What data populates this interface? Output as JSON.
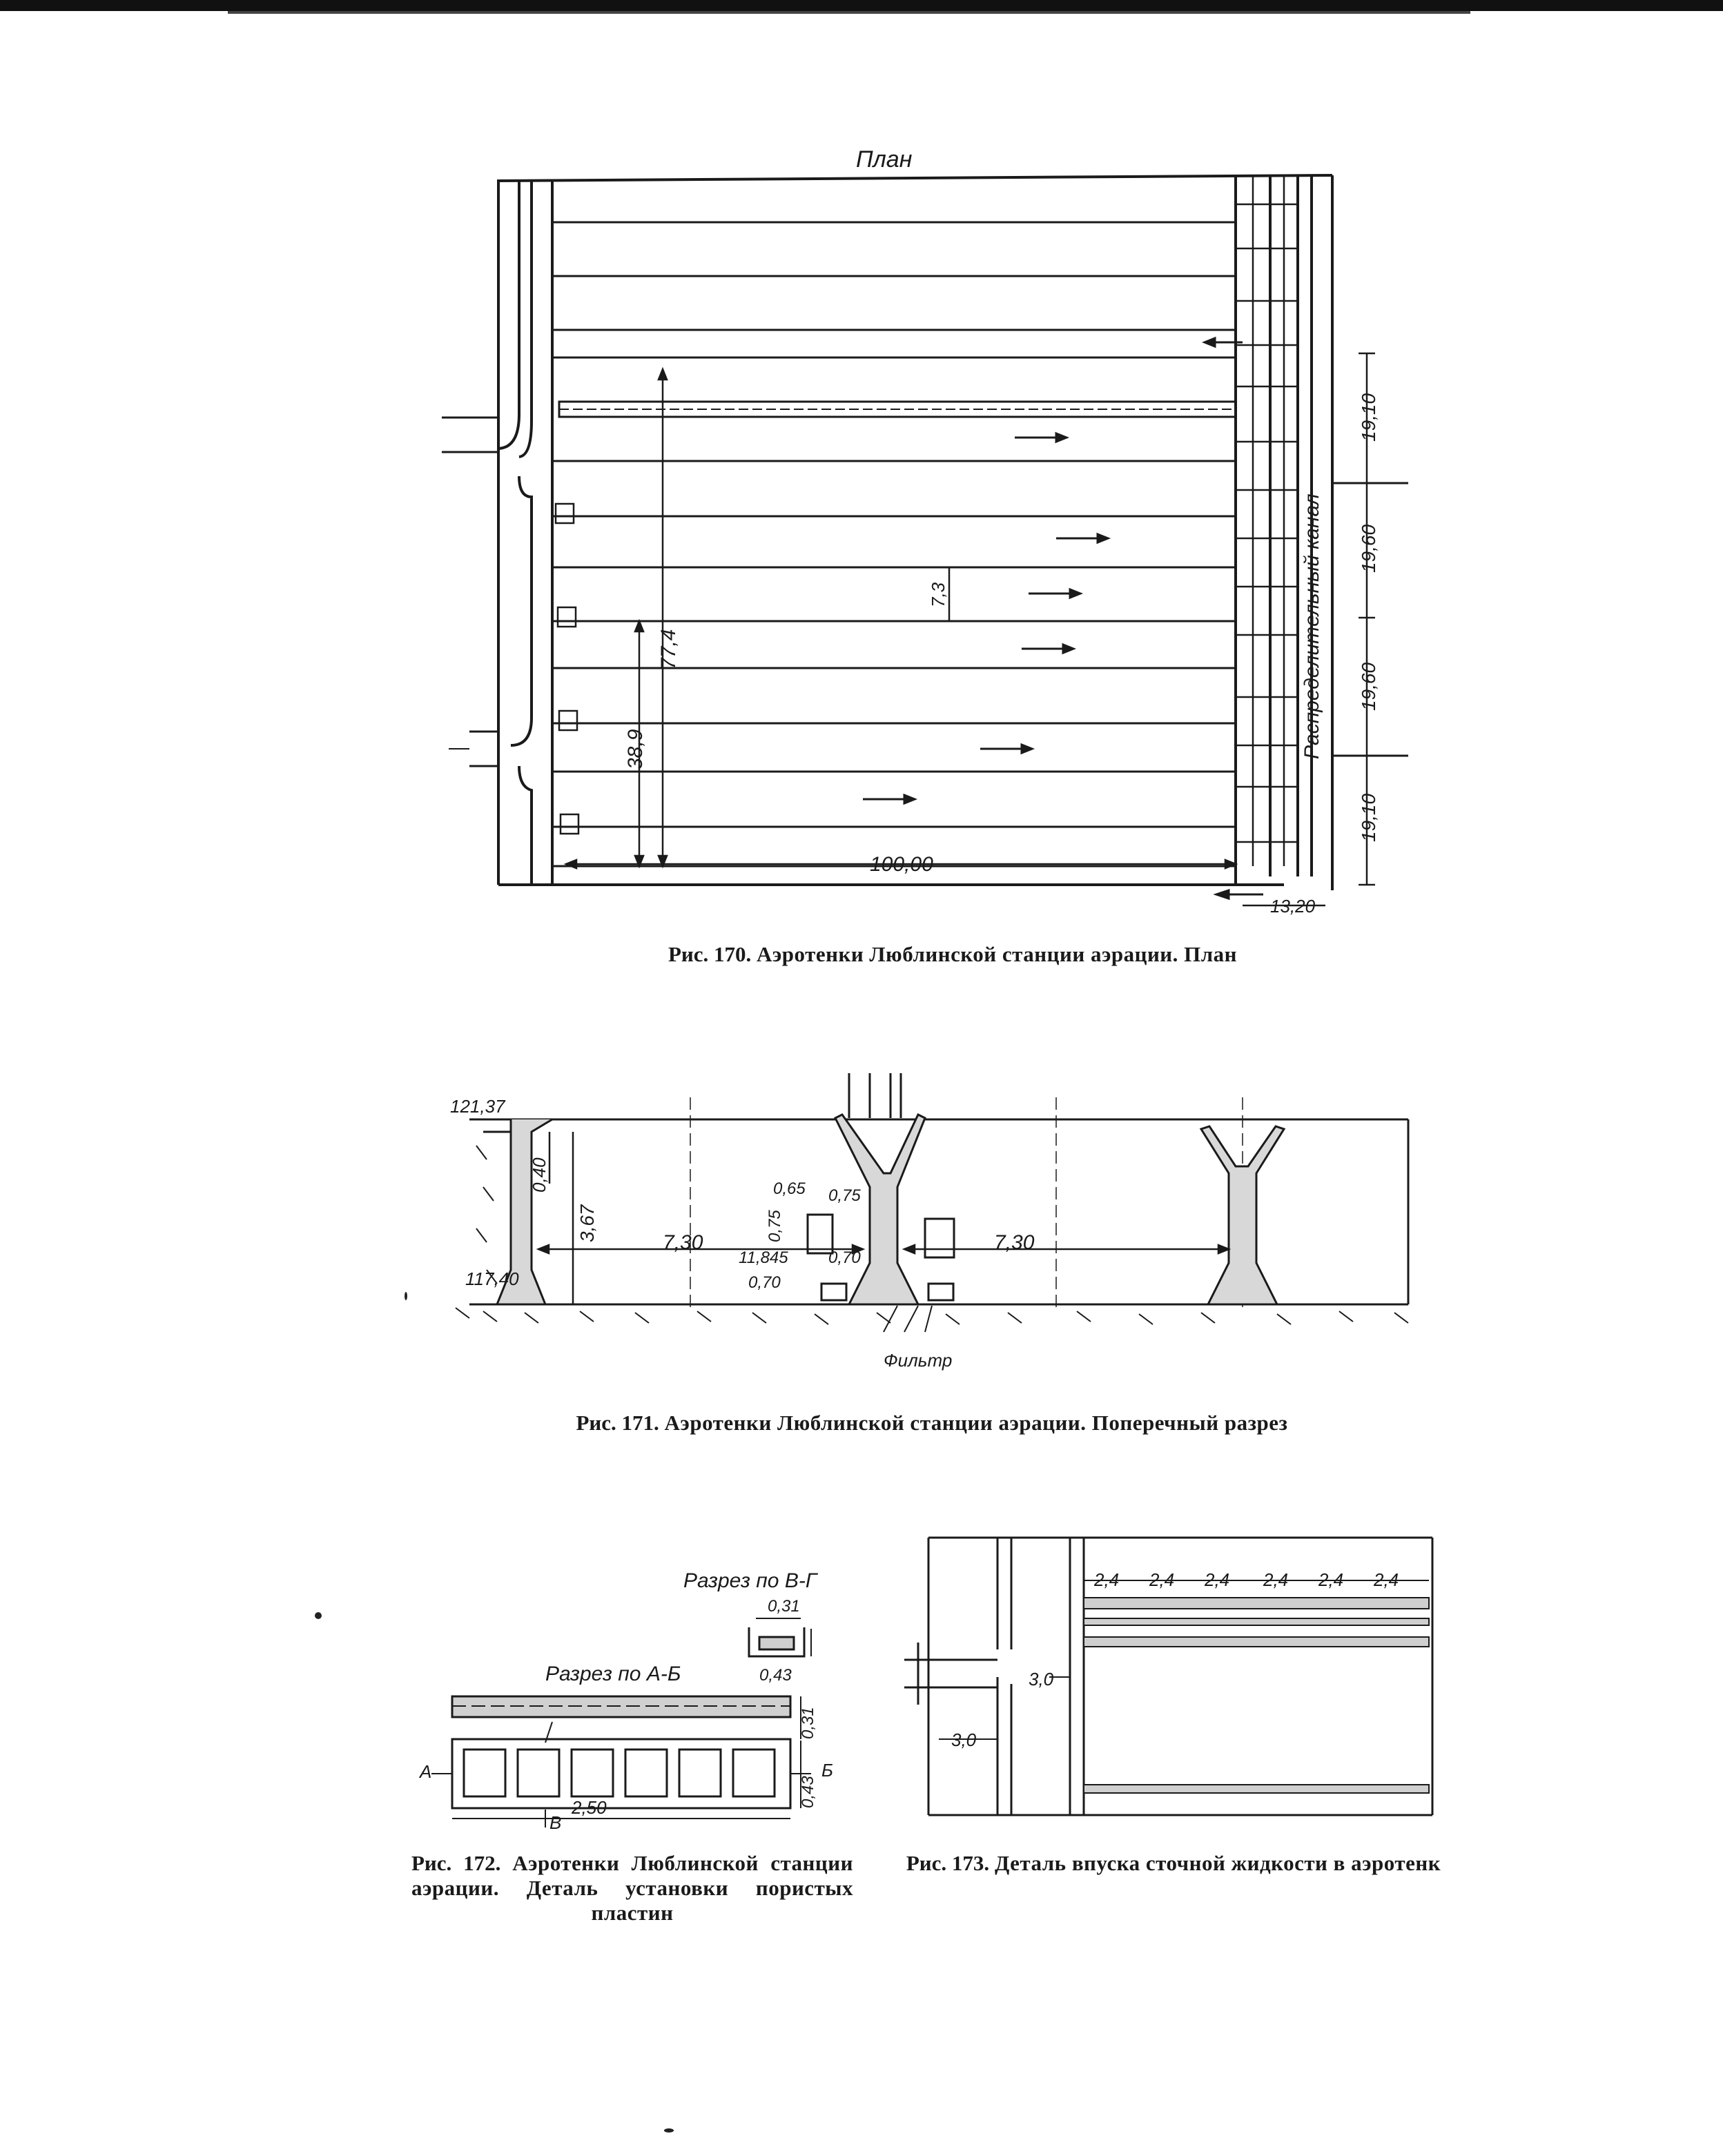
{
  "fig170": {
    "plan_title": "План",
    "canal_label": "Распределительный канал",
    "dims": {
      "length": "100,00",
      "width_full": "77,4",
      "width_half": "38,9",
      "corridor": "7,3",
      "seg1": "19,10",
      "seg2": "19,60",
      "seg3": "19,60",
      "seg4": "19,10",
      "offset": "13,20"
    },
    "caption": {
      "num": "Рис. 170.",
      "text": "Аэротенки Люблинской станции аэрации. План"
    }
  },
  "fig171": {
    "labels": {
      "top_mark": "121,37",
      "bottom_mark": "117,40",
      "depth": "3,67",
      "freeboard": "0,40",
      "span_left": "7,30",
      "span_right": "7,30",
      "d065": "0,65",
      "d075a": "0,75",
      "d075b": "0,75",
      "mark2": "11,845",
      "d070a": "0,70",
      "d070b": "0,70",
      "filter": "Фильтр"
    },
    "caption": {
      "num": "Рис. 171.",
      "text": "Аэротенки Люблинской станции аэрации. Поперечный разрез"
    }
  },
  "fig172": {
    "section_vg": "Разрез по В-Г",
    "section_ab": "Разрез по А-Б",
    "d031a": "0,31",
    "d043a": "0,43",
    "d031b": "0,31",
    "d043b": "0,43",
    "length": "2,50",
    "letter_a": "А",
    "letter_b": "Б",
    "letter_v": "В",
    "caption": {
      "num": "Рис. 172.",
      "text": "Аэротенки Люблинской станции аэрации. Деталь установки пористых пластин"
    }
  },
  "fig173": {
    "spacings": [
      "2,4",
      "2,4",
      "2,4",
      "2,4",
      "2,4",
      "2,4"
    ],
    "d30a": "3,0",
    "d30b": "3,0",
    "caption": {
      "num": "Рис. 173.",
      "text": "Деталь впуска сточной жидкости в аэротенк"
    }
  }
}
